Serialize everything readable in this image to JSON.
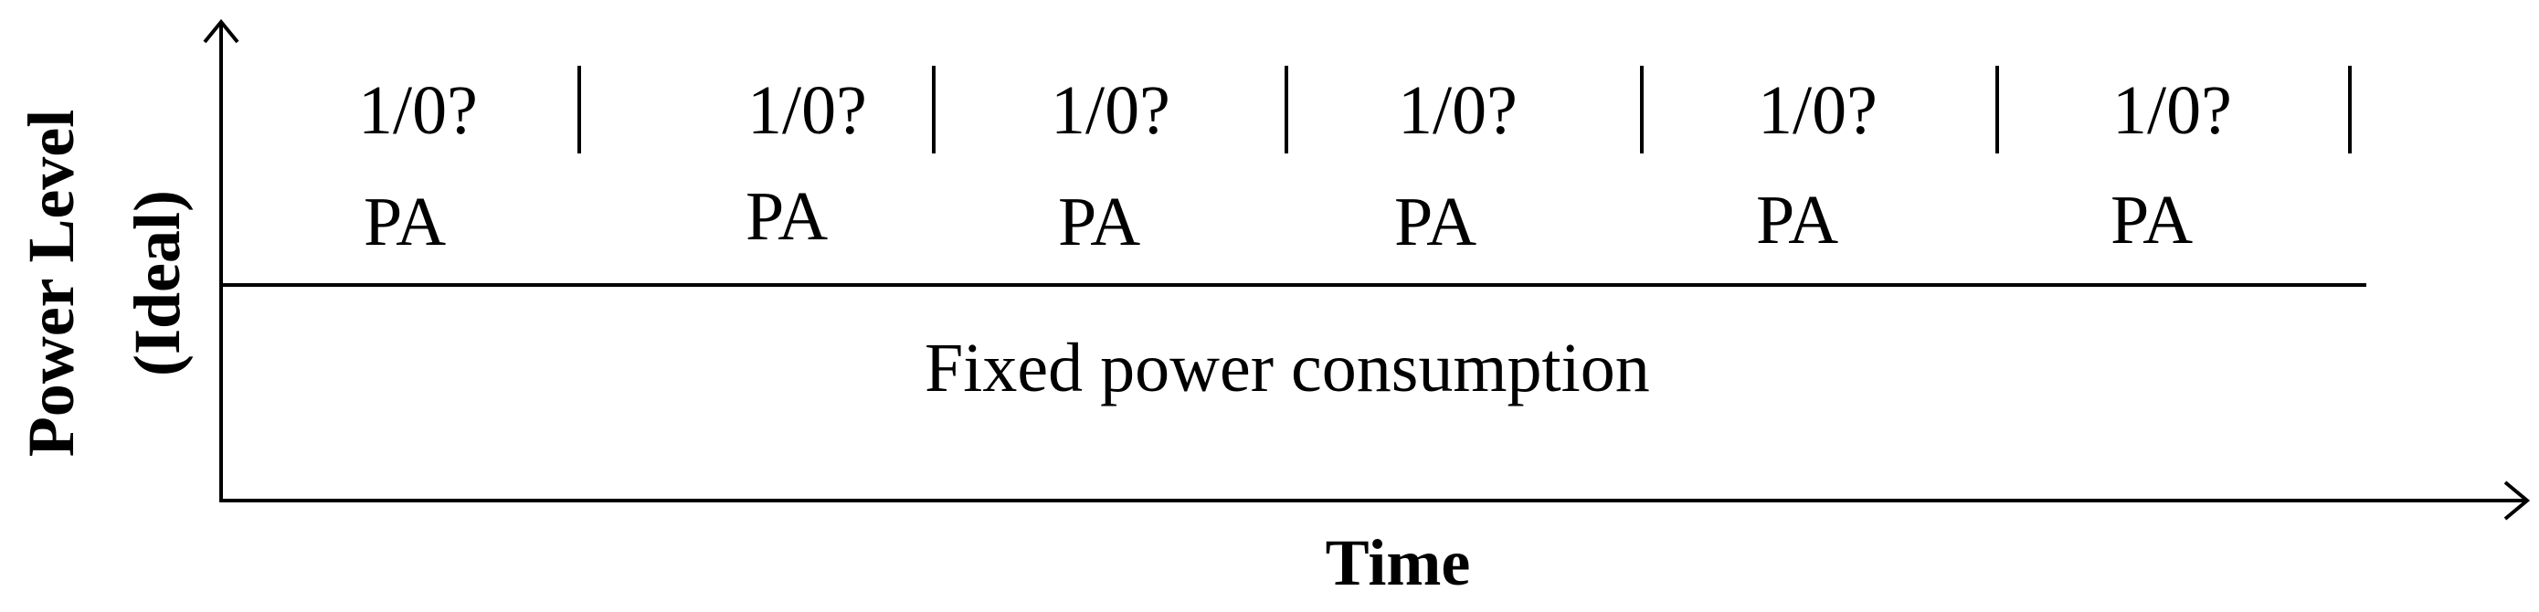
{
  "axes": {
    "y_label_line1": "Power Level",
    "y_label_line2": "(Ideal)",
    "x_label": "Time"
  },
  "baseline": {
    "label": "Fixed power consumption"
  },
  "slots": [
    {
      "bit_label": "1/0?",
      "pa_label": "PA"
    },
    {
      "bit_label": "1/0?",
      "pa_label": "PA"
    },
    {
      "bit_label": "1/0?",
      "pa_label": "PA"
    },
    {
      "bit_label": "1/0?",
      "pa_label": "PA"
    },
    {
      "bit_label": "1/0?",
      "pa_label": "PA"
    },
    {
      "bit_label": "1/0?",
      "pa_label": "PA"
    }
  ]
}
